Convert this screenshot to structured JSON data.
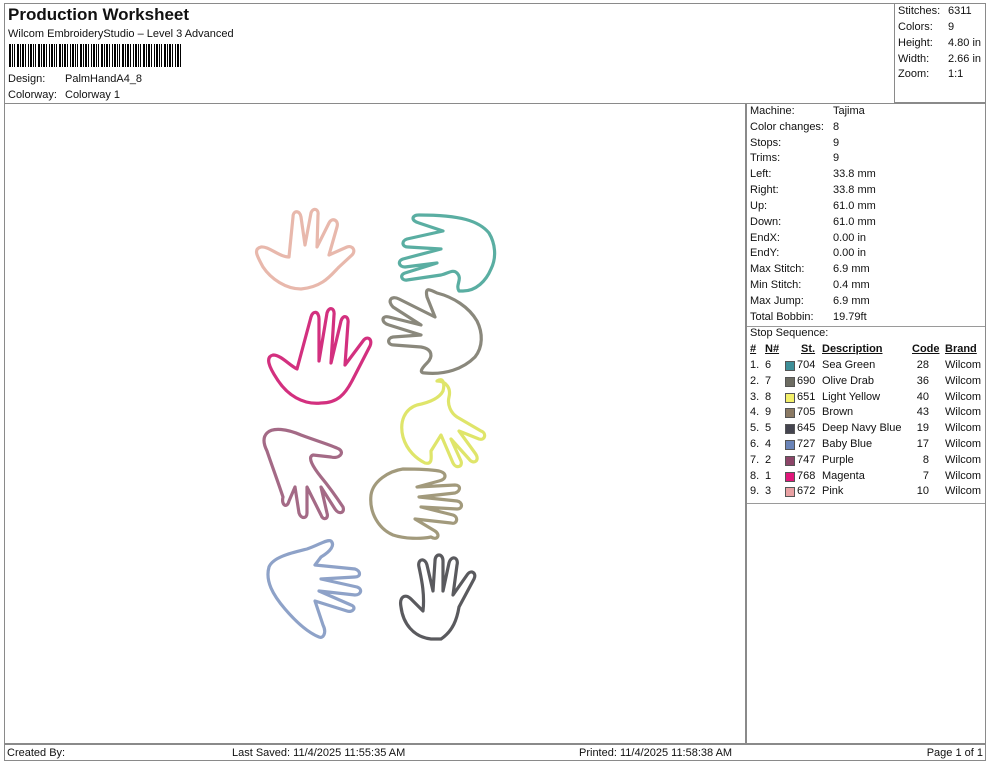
{
  "header": {
    "title": "Production Worksheet",
    "subtitle": "Wilcom EmbroideryStudio – Level 3 Advanced",
    "design_label": "Design:",
    "design_value": "PalmHandA4_8",
    "colorway_label": "Colorway:",
    "colorway_value": "Colorway 1"
  },
  "summary": {
    "stitches_label": "Stitches:",
    "stitches": "6311",
    "colors_label": "Colors:",
    "colors": "9",
    "height_label": "Height:",
    "height": "4.80 in",
    "width_label": "Width:",
    "width": "2.66 in",
    "zoom_label": "Zoom:",
    "zoom": "1:1"
  },
  "info": {
    "rows": [
      {
        "label": "Machine:",
        "value": "Tajima"
      },
      {
        "label": "Color changes:",
        "value": "8"
      },
      {
        "label": "Stops:",
        "value": "9"
      },
      {
        "label": "Trims:",
        "value": "9"
      },
      {
        "label": "Left:",
        "value": "33.8 mm"
      },
      {
        "label": "Right:",
        "value": "33.8 mm"
      },
      {
        "label": "Up:",
        "value": "61.0 mm"
      },
      {
        "label": "Down:",
        "value": "61.0 mm"
      },
      {
        "label": "EndX:",
        "value": "0.00 in"
      },
      {
        "label": "EndY:",
        "value": "0.00 in"
      },
      {
        "label": "Max Stitch:",
        "value": "6.9 mm"
      },
      {
        "label": "Min Stitch:",
        "value": "0.4 mm"
      },
      {
        "label": "Max Jump:",
        "value": "6.9 mm"
      },
      {
        "label": "Total Bobbin:",
        "value": "19.79ft"
      }
    ],
    "stop_sequence_label": "Stop Sequence:",
    "columns": {
      "num": "#",
      "n": "N#",
      "st": "St.",
      "description": "Description",
      "code": "Code",
      "brand": "Brand"
    },
    "sequence": [
      {
        "num": "1.",
        "n": "6",
        "st": "704",
        "description": "Sea Green",
        "code": "28",
        "brand": "Wilcom",
        "color": "#3e8f98"
      },
      {
        "num": "2.",
        "n": "7",
        "st": "690",
        "description": "Olive Drab",
        "code": "36",
        "brand": "Wilcom",
        "color": "#6d6c62"
      },
      {
        "num": "3.",
        "n": "8",
        "st": "651",
        "description": "Light Yellow",
        "code": "40",
        "brand": "Wilcom",
        "color": "#f3f06a"
      },
      {
        "num": "4.",
        "n": "9",
        "st": "705",
        "description": "Brown",
        "code": "43",
        "brand": "Wilcom",
        "color": "#8b7a64"
      },
      {
        "num": "5.",
        "n": "5",
        "st": "645",
        "description": "Deep Navy Blue",
        "code": "19",
        "brand": "Wilcom",
        "color": "#44444f"
      },
      {
        "num": "6.",
        "n": "4",
        "st": "727",
        "description": "Baby Blue",
        "code": "17",
        "brand": "Wilcom",
        "color": "#6a84b8"
      },
      {
        "num": "7.",
        "n": "2",
        "st": "747",
        "description": "Purple",
        "code": "8",
        "brand": "Wilcom",
        "color": "#8c4568"
      },
      {
        "num": "8.",
        "n": "1",
        "st": "768",
        "description": "Magenta",
        "code": "7",
        "brand": "Wilcom",
        "color": "#e0177a"
      },
      {
        "num": "9.",
        "n": "3",
        "st": "672",
        "description": "Pink",
        "code": "10",
        "brand": "Wilcom",
        "color": "#e9a1a3"
      }
    ]
  },
  "footer": {
    "created_by": "Created By:",
    "last_saved": "Last Saved: 11/4/2025 11:55:35 AM",
    "printed": "Printed: 11/4/2025 11:58:38 AM",
    "page": "Page 1 of 1"
  },
  "design_preview": {
    "hands": [
      {
        "name": "pink-hand",
        "color": "#e8b8ac"
      },
      {
        "name": "sea-green-hand",
        "color": "#5aaea2"
      },
      {
        "name": "magenta-hand",
        "color": "#d3307f"
      },
      {
        "name": "olive-drab-hand",
        "color": "#8a887c"
      },
      {
        "name": "light-yellow-hand",
        "color": "#dfe56a"
      },
      {
        "name": "purple-hand",
        "color": "#a46a86"
      },
      {
        "name": "brown-hand",
        "color": "#a29a7c"
      },
      {
        "name": "baby-blue-hand",
        "color": "#8ea2c8"
      },
      {
        "name": "deep-navy-hand",
        "color": "#5a5a5e"
      }
    ]
  }
}
